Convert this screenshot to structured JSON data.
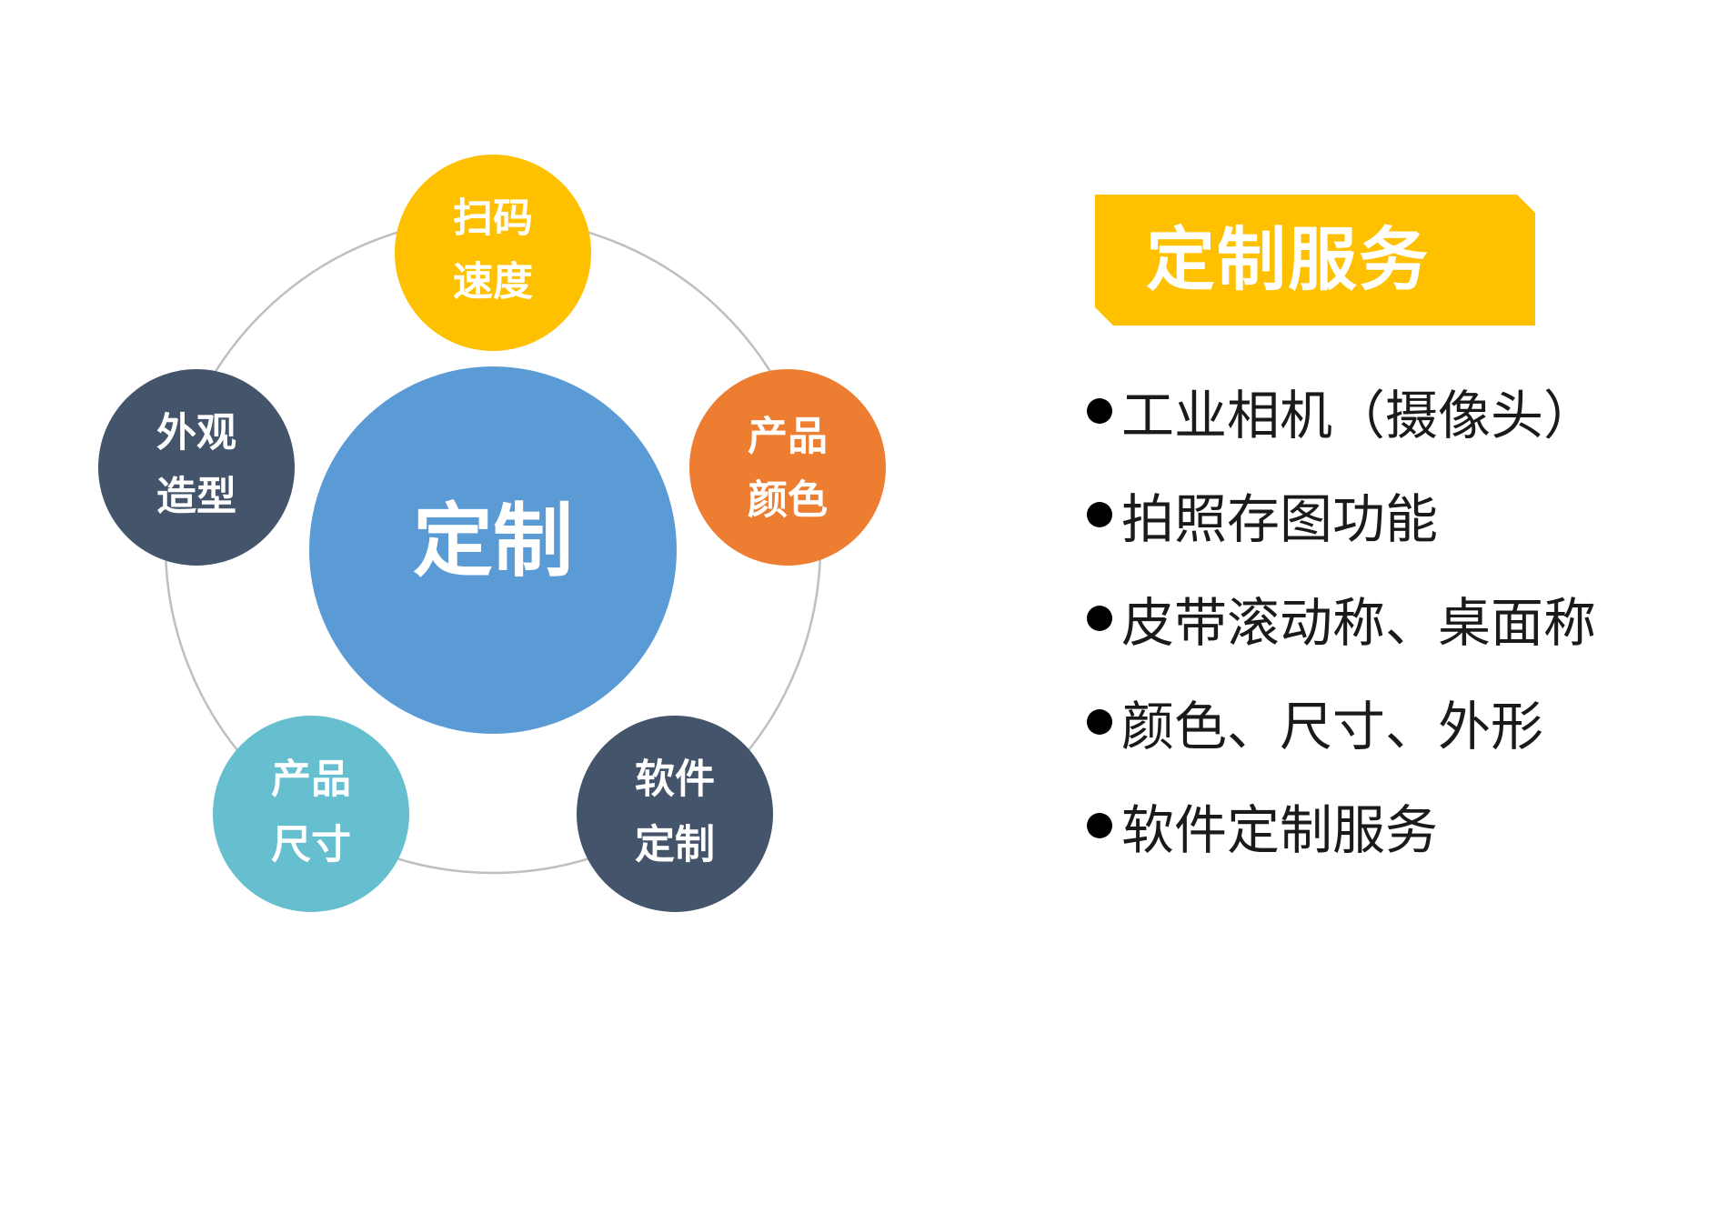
{
  "diagram": {
    "center": {
      "label": "定制",
      "color": "#5b9bd5"
    },
    "nodes": [
      {
        "line1": "扫码",
        "line2": "速度",
        "color": "#ffc000"
      },
      {
        "line1": "产品",
        "line2": "颜色",
        "color": "#ed7d31"
      },
      {
        "line1": "软件",
        "line2": "定制",
        "color": "#44546a"
      },
      {
        "line1": "产品",
        "line2": "尺寸",
        "color": "#66bfcf"
      },
      {
        "line1": "外观",
        "line2": "造型",
        "color": "#44546a"
      }
    ],
    "ring_color": "#bfbfbf"
  },
  "panel": {
    "title": "定制服务",
    "banner_color": "#ffc000",
    "items": [
      "工业相机（摄像头）",
      "拍照存图功能",
      "皮带滚动称、桌面称",
      "颜色、尺寸、外形",
      "软件定制服务"
    ]
  }
}
